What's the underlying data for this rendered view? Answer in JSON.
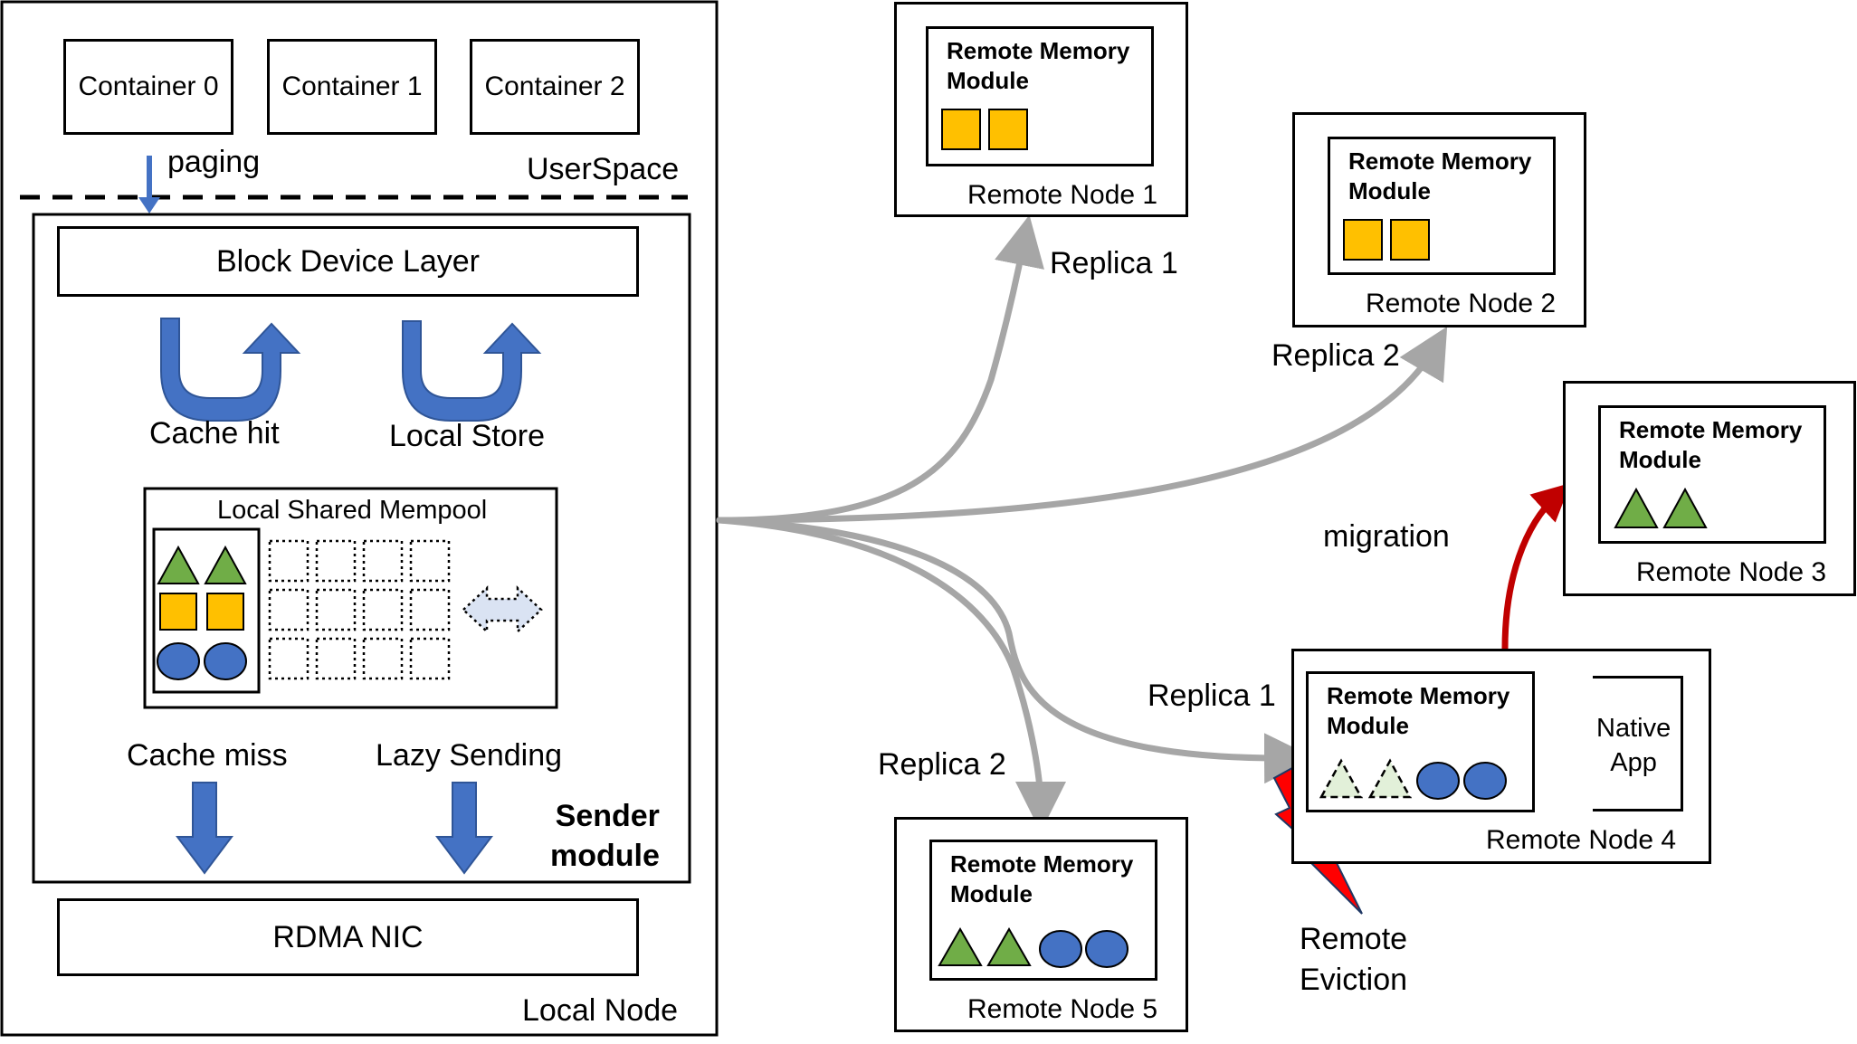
{
  "local_node": {
    "label": "Local Node",
    "userspace_label": "UserSpace",
    "containers": [
      "Container 0",
      "Container 1",
      "Container 2"
    ],
    "paging_label": "paging",
    "sender_module": {
      "label": "Sender\nmodule",
      "block_device_layer": "Block Device Layer",
      "cache_hit": "Cache hit",
      "local_store": "Local Store",
      "mempool_title": "Local Shared Mempool",
      "cache_miss": "Cache miss",
      "lazy_sending": "Lazy Sending"
    },
    "rdma_nic": "RDMA NIC"
  },
  "remote_nodes": [
    {
      "label": "Remote Node 1",
      "module": "Remote Memory\nModule",
      "items": [
        "square",
        "square"
      ]
    },
    {
      "label": "Remote Node 2",
      "module": "Remote Memory\nModule",
      "items": [
        "square",
        "square"
      ]
    },
    {
      "label": "Remote Node 3",
      "module": "Remote Memory\nModule",
      "items": [
        "triangle",
        "triangle"
      ]
    },
    {
      "label": "Remote Node 4",
      "module": "Remote Memory\nModule",
      "items": [
        "triangle-dashed",
        "triangle-dashed",
        "circle",
        "circle"
      ],
      "native_app": "Native\nApp"
    },
    {
      "label": "Remote Node 5",
      "module": "Remote Memory\nModule",
      "items": [
        "triangle",
        "triangle",
        "circle",
        "circle"
      ]
    }
  ],
  "arrow_labels": {
    "replica1_top": "Replica 1",
    "replica2_top": "Replica 2",
    "replica1_bottom": "Replica 1",
    "replica2_bottom": "Replica 2",
    "migration": "migration",
    "remote_eviction": "Remote\nEviction"
  },
  "colors": {
    "square": "#FFC000",
    "triangle": "#70AD47",
    "circle": "#4472C4",
    "blue_arrow": "#4472C4",
    "grey_arrow": "#A6A6A6",
    "red": "#C00000",
    "bolt": "#FF0000"
  }
}
